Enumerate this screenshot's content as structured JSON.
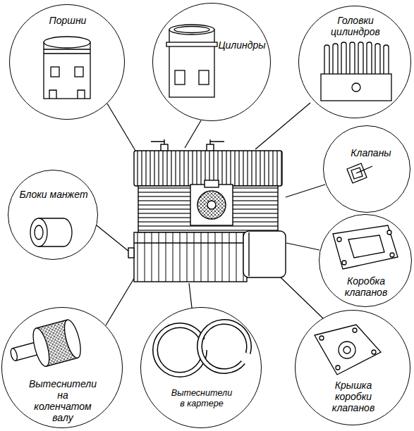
{
  "diagram": {
    "nodes": [
      {
        "text": [
          "Поршни"
        ]
      },
      {
        "text": [
          "Цилиндры"
        ]
      },
      {
        "text": [
          "Головки цилиндров"
        ]
      },
      {
        "text": [
          "Клапаны"
        ]
      },
      {
        "text": [
          "Блоки манжет"
        ]
      },
      {
        "text": [
          "Коробка клапанов"
        ]
      },
      {
        "text": [
          "Вытеснители на коленчатом валу"
        ]
      },
      {
        "text": [
          "Вытеснители в картере"
        ]
      },
      {
        "text": [
          "Крышка коробки клапанов"
        ]
      }
    ]
  }
}
